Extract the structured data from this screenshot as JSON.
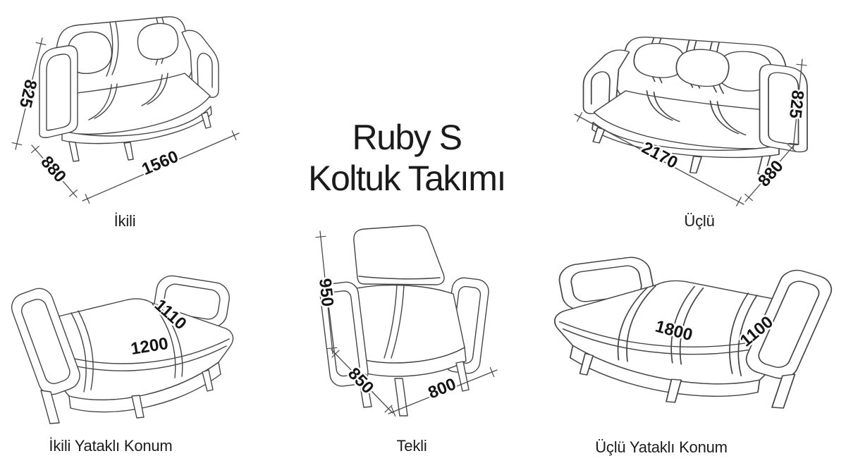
{
  "title": {
    "line1": "Ruby S",
    "line2": "Koltuk Takımı"
  },
  "colors": {
    "background": "#ffffff",
    "line_art": "#454545",
    "text": "#1a1a1a"
  },
  "products": {
    "ikili": {
      "label": "İkili",
      "height": "825",
      "depth": "880",
      "width": "1560"
    },
    "uclu": {
      "label": "Üçlü",
      "height": "825",
      "depth": "880",
      "width": "2170"
    },
    "ikili_yatakli": {
      "label": "İkili Yataklı Konum",
      "bed_width": "1110",
      "bed_length": "1200"
    },
    "tekli": {
      "label": "Tekli",
      "height": "950",
      "depth": "850",
      "width": "800"
    },
    "uclu_yatakli": {
      "label": "Üçlü Yataklı Konum",
      "bed_length": "1800",
      "bed_width": "1100"
    }
  }
}
